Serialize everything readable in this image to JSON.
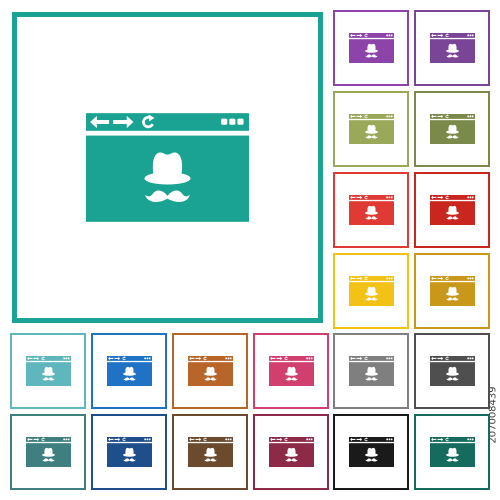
{
  "main_icon": {
    "name": "browser-incognito-icon",
    "color": "#1aa392"
  },
  "icon_variants": [
    {
      "name": "purple",
      "color": "#8c44a8"
    },
    {
      "name": "dark-purple",
      "color": "#7a4596"
    },
    {
      "name": "olive-light",
      "color": "#9aa85a"
    },
    {
      "name": "olive",
      "color": "#7b8a4a"
    },
    {
      "name": "red",
      "color": "#e03a34"
    },
    {
      "name": "dark-red",
      "color": "#c8261f"
    },
    {
      "name": "yellow",
      "color": "#f2c217"
    },
    {
      "name": "mustard",
      "color": "#c9981a"
    },
    {
      "name": "light-teal",
      "color": "#5fb7bd"
    },
    {
      "name": "blue",
      "color": "#1f72c4"
    },
    {
      "name": "brown",
      "color": "#b8652a"
    },
    {
      "name": "pink",
      "color": "#d13f6f"
    },
    {
      "name": "gray",
      "color": "#7f7f7f"
    },
    {
      "name": "dark-gray",
      "color": "#4f4f4f"
    },
    {
      "name": "teal-gray",
      "color": "#3f7f80"
    },
    {
      "name": "navy",
      "color": "#1f4f8a"
    },
    {
      "name": "dark-brown",
      "color": "#6b4a2e"
    },
    {
      "name": "maroon",
      "color": "#8c2a48"
    },
    {
      "name": "black",
      "color": "#1a1a1a"
    },
    {
      "name": "dark-teal",
      "color": "#146b5e"
    }
  ],
  "stock_id": "207008439"
}
